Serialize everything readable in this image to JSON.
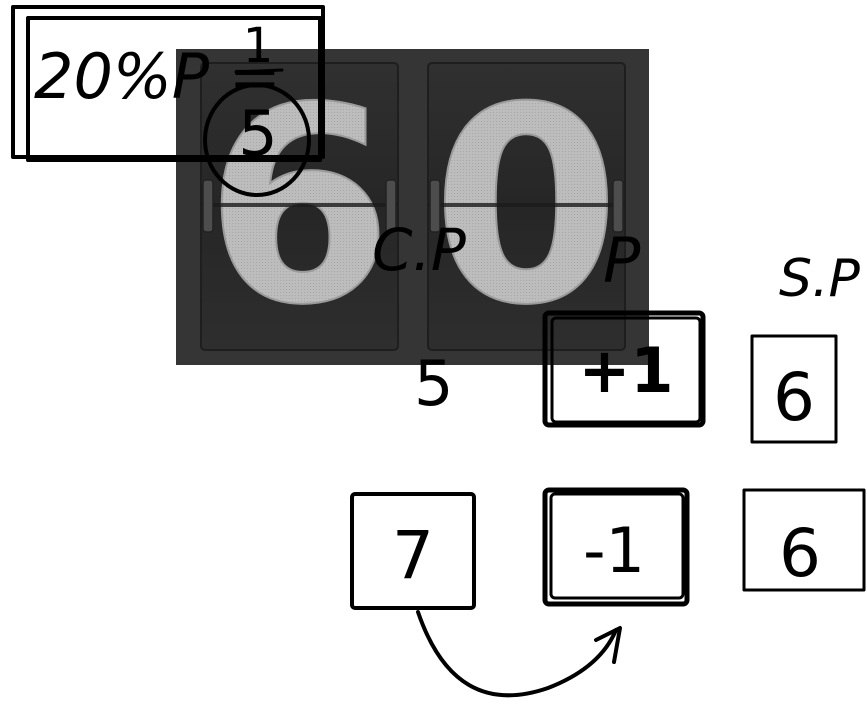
{
  "flip_clock": {
    "left_digit": "6",
    "right_digit": "0"
  },
  "annotations": {
    "fraction_label": "20%P =",
    "fraction_numerator": "1",
    "fraction_denominator": "5",
    "cp_label": "C.P",
    "p_label": "P",
    "sp_label": "S.P",
    "five_label": "5",
    "box_plus_one": "+1",
    "box_six_top": "6",
    "box_seven": "7",
    "box_minus_one": "-1",
    "box_six_bottom": "6"
  },
  "colors": {
    "clock_background": "#353535",
    "clock_card": "#2b2b2b",
    "clock_digit": "#b9b9b9",
    "ink": "#000000"
  }
}
